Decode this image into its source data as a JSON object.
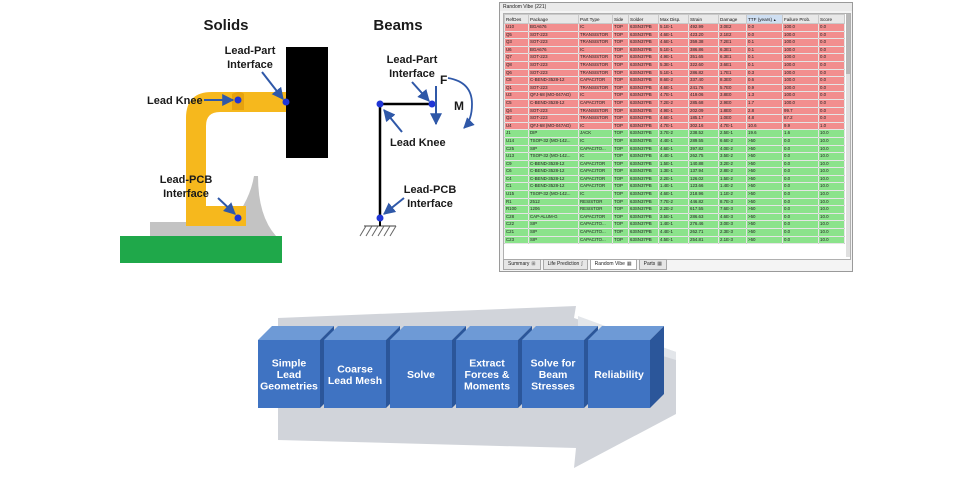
{
  "solids": {
    "title": "Solids",
    "labels": {
      "lead_part_interface": [
        "Lead-Part",
        "Interface"
      ],
      "lead_knee": "Lead Knee",
      "lead_pcb_interface": [
        "Lead-PCB",
        "Interface"
      ]
    }
  },
  "beams": {
    "title": "Beams",
    "labels": {
      "lead_part_interface": [
        "Lead-Part",
        "Interface"
      ],
      "force": "F",
      "moment": "M",
      "lead_knee": "Lead Knee",
      "lead_pcb_interface": [
        "Lead-PCB",
        "Interface"
      ]
    }
  },
  "process": {
    "steps": [
      [
        "Simple",
        "Lead",
        "Geometries"
      ],
      [
        "Coarse",
        "Lead Mesh"
      ],
      [
        "Solve"
      ],
      [
        "Extract",
        "Forces &",
        "Moments"
      ],
      [
        "Solve for",
        "Beam",
        "Stresses"
      ],
      [
        "Reliability"
      ]
    ]
  },
  "colors": {
    "lead": "#f6b81d",
    "pcb": "#1fa84a",
    "component": "#000000",
    "marker": "#1f35d6",
    "arrow": "#2f58a8",
    "cube_front": "#3f73c2",
    "cube_top": "#6e9ad6",
    "cube_side": "#2b569a",
    "big_arrow": "#c9cdd3",
    "row_fail": "#f28e8e",
    "row_pass": "#8be38b"
  },
  "table": {
    "title": "Random Vibe (221)",
    "columns": [
      "RefDes",
      "Package",
      "Part Type",
      "Side",
      "Solder",
      "Max Disp.",
      "Strain",
      "Damage",
      "TTF (years)",
      "Failure Prob.",
      "Score"
    ],
    "sort_indicator": "▲",
    "rows": [
      {
        "status": "fail",
        "cells": [
          "U10",
          "BGA676",
          "IC",
          "TOP",
          "63SN37PB",
          "5.1E-1",
          "492.99",
          "3.0E2",
          "0.0",
          "100.0",
          "0.0"
        ]
      },
      {
        "status": "fail",
        "cells": [
          "Q5",
          "SOT-223",
          "TRANSISTOR",
          "TOP",
          "63SN37PB",
          "4.6E-1",
          "423.20",
          "2.1E2",
          "0.0",
          "100.0",
          "0.0"
        ]
      },
      {
        "status": "fail",
        "cells": [
          "Q3",
          "SOT-223",
          "TRANSISTOR",
          "TOP",
          "63SN37PB",
          "4.6E-1",
          "359.38",
          "7.2E1",
          "0.1",
          "100.0",
          "0.0"
        ]
      },
      {
        "status": "fail",
        "cells": [
          "U6",
          "BGA676",
          "IC",
          "TOP",
          "63SN37PB",
          "5.1E-1",
          "386.86",
          "6.3E1",
          "0.1",
          "100.0",
          "0.0"
        ]
      },
      {
        "status": "fail",
        "cells": [
          "Q7",
          "SOT-223",
          "TRANSISTOR",
          "TOP",
          "63SN37PB",
          "4.9E-1",
          "351.65",
          "6.3E1",
          "0.1",
          "100.0",
          "0.0"
        ]
      },
      {
        "status": "fail",
        "cells": [
          "Q8",
          "SOT-223",
          "TRANSISTOR",
          "TOP",
          "63SN37PB",
          "5.3E-1",
          "322.60",
          "3.6E1",
          "0.1",
          "100.0",
          "0.0"
        ]
      },
      {
        "status": "fail",
        "cells": [
          "Q6",
          "SOT-223",
          "TRANSISTOR",
          "TOP",
          "63SN37PB",
          "5.1E-1",
          "286.82",
          "1.7E1",
          "0.3",
          "100.0",
          "0.0"
        ]
      },
      {
        "status": "fail",
        "cells": [
          "C8",
          "C-BEND-3528-12",
          "CAPACITOR",
          "TOP",
          "63SN37PB",
          "8.6E-2",
          "337.40",
          "8.3E0",
          "0.6",
          "100.0",
          "0.0"
        ]
      },
      {
        "status": "fail",
        "cells": [
          "Q1",
          "SOT-223",
          "TRANSISTOR",
          "TOP",
          "63SN37PB",
          "4.6E-1",
          "241.76",
          "5.7E0",
          "0.9",
          "100.0",
          "0.0"
        ]
      },
      {
        "status": "fail",
        "cells": [
          "U3",
          "QFJ-68 (MO-047AD)",
          "IC",
          "TOP",
          "63SN37PB",
          "4.7E-1",
          "419.06",
          "3.8E0",
          "1.3",
          "100.0",
          "0.0"
        ]
      },
      {
        "status": "fail",
        "cells": [
          "C5",
          "C-BEND-3528-12",
          "CAPACITOR",
          "TOP",
          "63SN37PB",
          "7.2E-2",
          "285.68",
          "2.9E0",
          "1.7",
          "100.0",
          "0.0"
        ]
      },
      {
        "status": "fail",
        "cells": [
          "Q4",
          "SOT-223",
          "TRANSISTOR",
          "TOP",
          "63SN37PB",
          "4.9E-1",
          "202.09",
          "1.8E0",
          "2.8",
          "99.7",
          "0.0"
        ]
      },
      {
        "status": "fail",
        "cells": [
          "Q2",
          "SOT-223",
          "TRANSISTOR",
          "TOP",
          "63SN37PB",
          "4.6E-1",
          "185.17",
          "1.0E0",
          "4.8",
          "67.2",
          "0.0"
        ]
      },
      {
        "status": "fail",
        "cells": [
          "U4",
          "QFJ-68 (MO-047AD)",
          "IC",
          "TOP",
          "63SN37PB",
          "4.7E-1",
          "302.16",
          "4.7E-1",
          "10.6",
          "9.9",
          "1.0"
        ]
      },
      {
        "status": "pass",
        "cells": [
          "J1",
          "DIP",
          "JACK",
          "TOP",
          "63SN37PB",
          "3.7E-2",
          "238.52",
          "2.5E-1",
          "19.6",
          "1.6",
          "10.0"
        ]
      },
      {
        "status": "pass",
        "cells": [
          "U14",
          "TSOP-32 (MO-142...",
          "IC",
          "TOP",
          "63SN37PB",
          "4.4E-1",
          "289.55",
          "6.6E-2",
          ">50",
          "0.0",
          "10.0"
        ]
      },
      {
        "status": "pass",
        "cells": [
          "C25",
          "SIP",
          "CAPACITO...",
          "TOP",
          "63SN37PB",
          "4.6E-1",
          "397.82",
          "4.0E-2",
          ">50",
          "0.0",
          "10.0"
        ]
      },
      {
        "status": "pass",
        "cells": [
          "U13",
          "TSOP-32 (MO-142...",
          "IC",
          "TOP",
          "63SN37PB",
          "4.4E-1",
          "262.75",
          "3.5E-2",
          ">50",
          "0.0",
          "10.0"
        ]
      },
      {
        "status": "pass",
        "cells": [
          "C9",
          "C-BEND-3528-12",
          "CAPACITOR",
          "TOP",
          "63SN37PB",
          "1.5E-1",
          "140.88",
          "3.2E-2",
          ">50",
          "0.0",
          "10.0"
        ]
      },
      {
        "status": "pass",
        "cells": [
          "C6",
          "C-BEND-3528-12",
          "CAPACITOR",
          "TOP",
          "63SN37PB",
          "1.3E-1",
          "137.94",
          "2.8E-2",
          ">50",
          "0.0",
          "10.0"
        ]
      },
      {
        "status": "pass",
        "cells": [
          "C4",
          "C-BEND-3528-12",
          "CAPACITOR",
          "TOP",
          "63SN37PB",
          "2.2E-1",
          "126.02",
          "1.5E-2",
          ">50",
          "0.0",
          "10.0"
        ]
      },
      {
        "status": "pass",
        "cells": [
          "C1",
          "C-BEND-3528-12",
          "CAPACITOR",
          "TOP",
          "63SN37PB",
          "1.4E-1",
          "123.66",
          "1.4E-2",
          ">50",
          "0.0",
          "10.0"
        ]
      },
      {
        "status": "pass",
        "cells": [
          "U15",
          "TSOP-32 (MO-142...",
          "IC",
          "TOP",
          "63SN37PB",
          "4.6E-1",
          "218.96",
          "1.1E-2",
          ">50",
          "0.0",
          "10.0"
        ]
      },
      {
        "status": "pass",
        "cells": [
          "R1",
          "2512",
          "RESISTOR",
          "TOP",
          "63SN37PB",
          "7.7E-2",
          "446.82",
          "8.7E-3",
          ">50",
          "0.0",
          "10.0"
        ]
      },
      {
        "status": "pass",
        "cells": [
          "R100",
          "1206",
          "RESISTOR",
          "TOP",
          "63SN37PB",
          "2.2E-2",
          "617.55",
          "7.6E-3",
          ">50",
          "0.0",
          "10.0"
        ]
      },
      {
        "status": "pass",
        "cells": [
          "C28",
          "CAP-ALUM-G",
          "CAPACITOR",
          "TOP",
          "63SN37PB",
          "3.5E-1",
          "286.63",
          "4.6E-3",
          ">50",
          "0.0",
          "10.0"
        ]
      },
      {
        "status": "pass",
        "cells": [
          "C22",
          "SIP",
          "CAPACITO...",
          "TOP",
          "63SN37PB",
          "1.4E-1",
          "276.46",
          "3.0E-3",
          ">50",
          "0.0",
          "10.0"
        ]
      },
      {
        "status": "pass",
        "cells": [
          "C21",
          "SIP",
          "CAPACITO...",
          "TOP",
          "63SN37PB",
          "4.4E-1",
          "262.71",
          "2.3E-3",
          ">50",
          "0.0",
          "10.0"
        ]
      },
      {
        "status": "pass",
        "cells": [
          "C23",
          "SIP",
          "CAPACITO...",
          "TOP",
          "63SN37PB",
          "4.5E-1",
          "254.81",
          "2.1E-3",
          ">50",
          "0.0",
          "10.0"
        ]
      }
    ],
    "tabs": [
      {
        "label": "Summary",
        "icon": "⊞"
      },
      {
        "label": "Life Prediction",
        "icon": "∫"
      },
      {
        "label": "Random Vibe",
        "icon": "▦"
      },
      {
        "label": "Parts",
        "icon": "▦"
      }
    ],
    "active_tab": 2
  }
}
